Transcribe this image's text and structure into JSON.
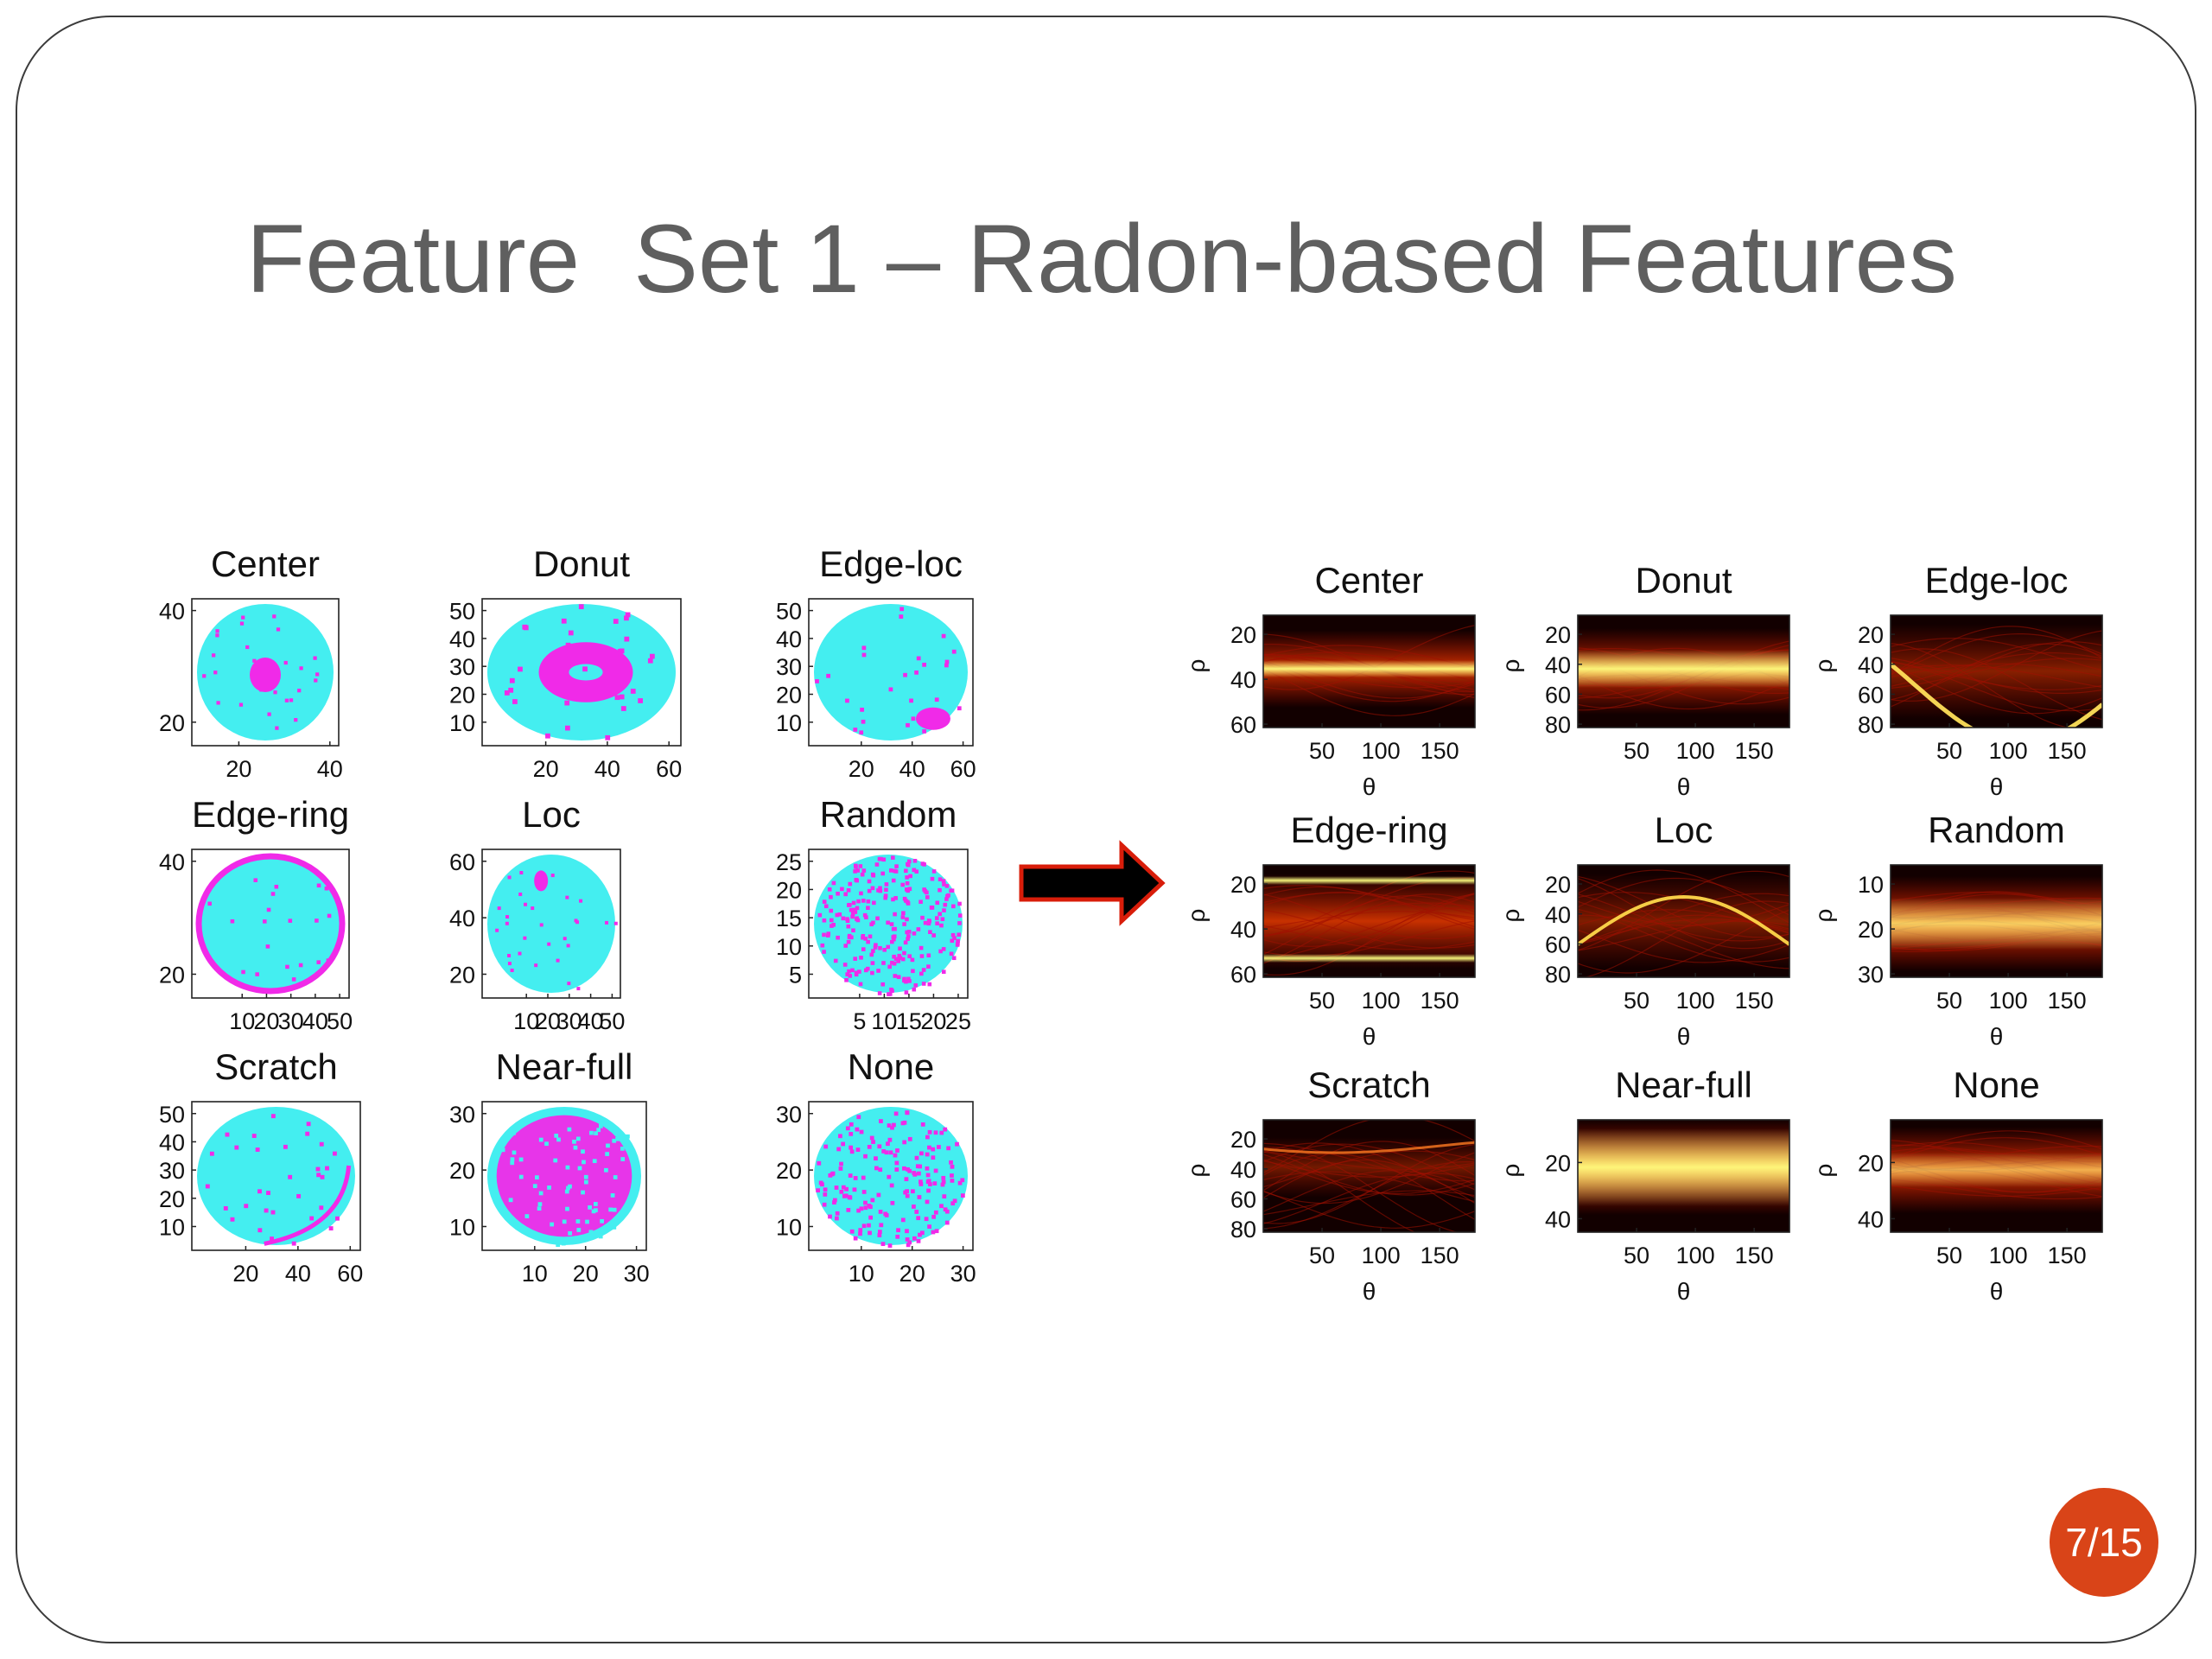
{
  "slide": {
    "title": "Feature  Set 1 – Radon-based Features",
    "page_number": "7/15"
  },
  "colors": {
    "wafer_fill": "#44eef0",
    "defect_die": "#f02ae8",
    "radon_dark": "#120000",
    "radon_mid": "#c41200",
    "radon_bright": "#ffff80",
    "arrow_fill": "#000000",
    "arrow_outline": "#d81d0a",
    "page_badge": "#d94418",
    "title_text": "#5f5f5f"
  },
  "chart_data": [
    {
      "type": "heatmap",
      "panel": "wafer-map",
      "title": "Center",
      "xticks": [
        "20",
        "40"
      ],
      "yticks": [
        "20",
        "40"
      ],
      "pattern": "center"
    },
    {
      "type": "heatmap",
      "panel": "wafer-map",
      "title": "Donut",
      "xticks": [
        "20",
        "40",
        "60"
      ],
      "yticks": [
        "10",
        "20",
        "30",
        "40",
        "50"
      ],
      "pattern": "donut"
    },
    {
      "type": "heatmap",
      "panel": "wafer-map",
      "title": "Edge-loc",
      "xticks": [
        "20",
        "40",
        "60"
      ],
      "yticks": [
        "10",
        "20",
        "30",
        "40",
        "50"
      ],
      "pattern": "edge-loc"
    },
    {
      "type": "heatmap",
      "panel": "wafer-map",
      "title": "Edge-ring",
      "xticks": [
        "10",
        "20",
        "30",
        "40",
        "50"
      ],
      "yticks": [
        "20",
        "40"
      ],
      "pattern": "edge-ring"
    },
    {
      "type": "heatmap",
      "panel": "wafer-map",
      "title": "Loc",
      "xticks": [
        "10",
        "20",
        "30",
        "40",
        "50"
      ],
      "yticks": [
        "20",
        "40",
        "60"
      ],
      "pattern": "loc"
    },
    {
      "type": "heatmap",
      "panel": "wafer-map",
      "title": "Random",
      "xticks": [
        "5",
        "10",
        "15",
        "20",
        "25"
      ],
      "yticks": [
        "5",
        "10",
        "15",
        "20",
        "25"
      ],
      "pattern": "random"
    },
    {
      "type": "heatmap",
      "panel": "wafer-map",
      "title": "Scratch",
      "xticks": [
        "20",
        "40",
        "60"
      ],
      "yticks": [
        "10",
        "20",
        "30",
        "40",
        "50"
      ],
      "pattern": "scratch"
    },
    {
      "type": "heatmap",
      "panel": "wafer-map",
      "title": "Near-full",
      "xticks": [
        "10",
        "20",
        "30"
      ],
      "yticks": [
        "10",
        "20",
        "30"
      ],
      "pattern": "near-full"
    },
    {
      "type": "heatmap",
      "panel": "wafer-map",
      "title": "None",
      "xticks": [
        "10",
        "20",
        "30"
      ],
      "yticks": [
        "10",
        "20",
        "30"
      ],
      "pattern": "none"
    },
    {
      "type": "heatmap",
      "panel": "radon",
      "title": "Center",
      "xlabel": "θ",
      "ylabel": "ρ",
      "xticks": [
        "50",
        "100",
        "150"
      ],
      "yticks": [
        "20",
        "40",
        "60"
      ],
      "pattern": "center"
    },
    {
      "type": "heatmap",
      "panel": "radon",
      "title": "Donut",
      "xlabel": "θ",
      "ylabel": "ρ",
      "xticks": [
        "50",
        "100",
        "150"
      ],
      "yticks": [
        "20",
        "40",
        "60",
        "80"
      ],
      "pattern": "donut"
    },
    {
      "type": "heatmap",
      "panel": "radon",
      "title": "Edge-loc",
      "xlabel": "θ",
      "ylabel": "ρ",
      "xticks": [
        "50",
        "100",
        "150"
      ],
      "yticks": [
        "20",
        "40",
        "60",
        "80"
      ],
      "pattern": "edge-loc"
    },
    {
      "type": "heatmap",
      "panel": "radon",
      "title": "Edge-ring",
      "xlabel": "θ",
      "ylabel": "ρ",
      "xticks": [
        "50",
        "100",
        "150"
      ],
      "yticks": [
        "20",
        "40",
        "60"
      ],
      "pattern": "edge-ring"
    },
    {
      "type": "heatmap",
      "panel": "radon",
      "title": "Loc",
      "xlabel": "θ",
      "ylabel": "ρ",
      "xticks": [
        "50",
        "100",
        "150"
      ],
      "yticks": [
        "20",
        "40",
        "60",
        "80"
      ],
      "pattern": "loc"
    },
    {
      "type": "heatmap",
      "panel": "radon",
      "title": "Random",
      "xlabel": "θ",
      "ylabel": "ρ",
      "xticks": [
        "50",
        "100",
        "150"
      ],
      "yticks": [
        "10",
        "20",
        "30"
      ],
      "pattern": "random"
    },
    {
      "type": "heatmap",
      "panel": "radon",
      "title": "Scratch",
      "xlabel": "θ",
      "ylabel": "ρ",
      "xticks": [
        "50",
        "100",
        "150"
      ],
      "yticks": [
        "20",
        "40",
        "60",
        "80"
      ],
      "pattern": "scratch"
    },
    {
      "type": "heatmap",
      "panel": "radon",
      "title": "Near-full",
      "xlabel": "θ",
      "ylabel": "ρ",
      "xticks": [
        "50",
        "100",
        "150"
      ],
      "yticks": [
        "20",
        "40"
      ],
      "pattern": "near-full"
    },
    {
      "type": "heatmap",
      "panel": "radon",
      "title": "None",
      "xlabel": "θ",
      "ylabel": "ρ",
      "xticks": [
        "50",
        "100",
        "150"
      ],
      "yticks": [
        "20",
        "40"
      ],
      "pattern": "none"
    }
  ]
}
